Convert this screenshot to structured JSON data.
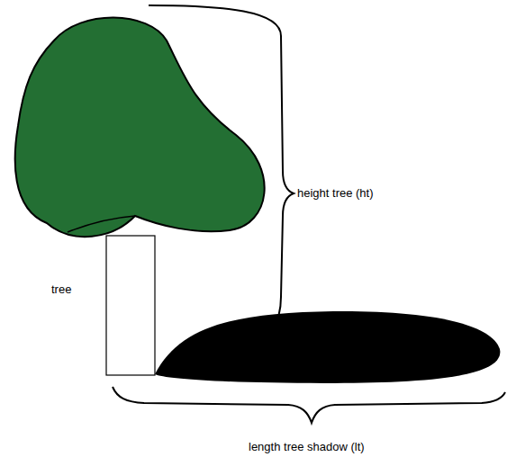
{
  "diagram": {
    "labels": [
      "tree",
      "height tree (ht)",
      "length tree shadow (lt)"
    ]
  }
}
